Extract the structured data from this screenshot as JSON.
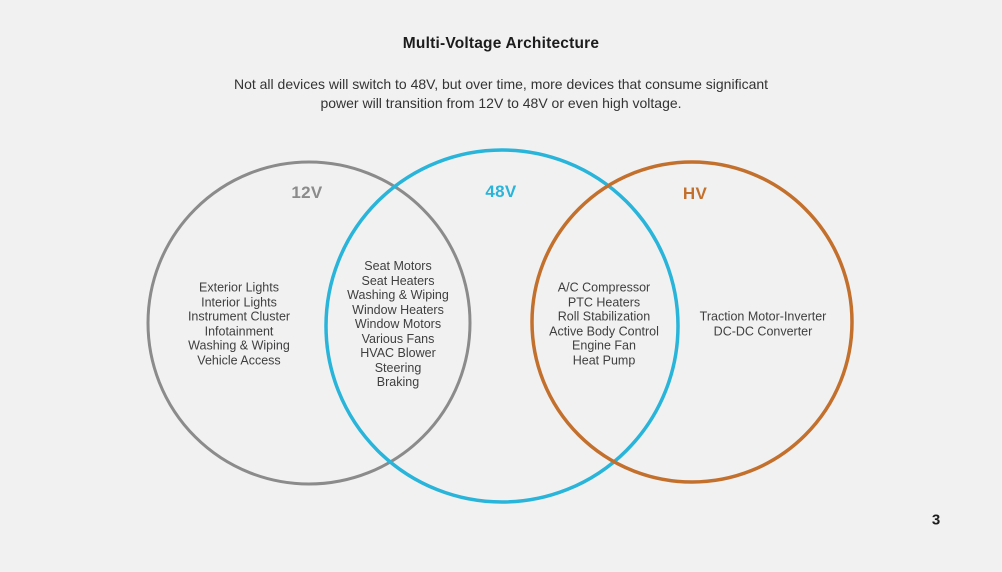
{
  "page": {
    "title": "Multi-Voltage Architecture",
    "subtitle": "Not all devices will switch to 48V, but over time, more devices that consume significant\npower will transition from 12V to 48V or even high voltage.",
    "page_number": "3"
  },
  "colors": {
    "background": "#F1F1F2",
    "circle_12v": "#8B8B8B",
    "circle_48v": "#29B4DA",
    "circle_hv": "#C3702D",
    "body_text": "#3F3F3F",
    "title_text": "#1C1C1C"
  },
  "venn": {
    "circles": [
      {
        "id": "12v",
        "label": "12V",
        "color": "#8B8B8B"
      },
      {
        "id": "48v",
        "label": "48V",
        "color": "#29B4DA"
      },
      {
        "id": "hv",
        "label": "HV",
        "color": "#C3702D"
      }
    ],
    "regions": {
      "only_12v": {
        "items": [
          "Exterior Lights",
          "Interior Lights",
          "Instrument Cluster",
          "Infotainment",
          "Washing & Wiping",
          "Vehicle Access"
        ]
      },
      "overlap_12v_48v": {
        "items": [
          "Seat Motors",
          "Seat Heaters",
          "Washing & Wiping",
          "Window Heaters",
          "Window Motors",
          "Various Fans",
          "HVAC Blower",
          "Steering",
          "Braking"
        ]
      },
      "overlap_48v_hv": {
        "items": [
          "A/C Compressor",
          "PTC Heaters",
          "Roll Stabilization",
          "Active Body Control",
          "Engine Fan",
          "Heat Pump"
        ]
      },
      "only_hv": {
        "items": [
          "Traction Motor-Inverter",
          "DC-DC Converter"
        ]
      }
    }
  }
}
